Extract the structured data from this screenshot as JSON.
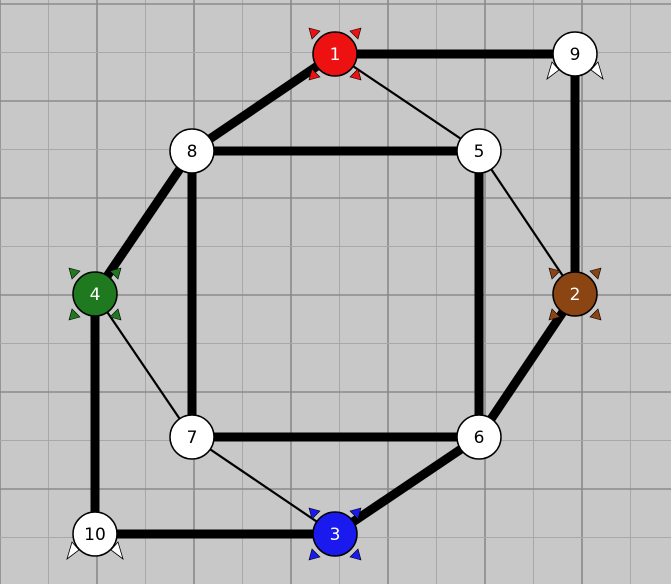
{
  "colors": {
    "background": "#c8c8c8",
    "grid_minor": "#a8a8a8",
    "grid_major": "#8a8a8a",
    "edge": "#000000",
    "node_default": "#ffffff"
  },
  "nodes": [
    {
      "id": "1",
      "label": "1",
      "fill": "#ee1111",
      "text_color": "#ffffff",
      "marker": "spiked-icon",
      "marker_color": "#ee1111"
    },
    {
      "id": "2",
      "label": "2",
      "fill": "#8b4513",
      "text_color": "#ffffff",
      "marker": "spiked-icon",
      "marker_color": "#8b4513"
    },
    {
      "id": "3",
      "label": "3",
      "fill": "#1a1aee",
      "text_color": "#ffffff",
      "marker": "spiked-icon",
      "marker_color": "#1a1aee"
    },
    {
      "id": "4",
      "label": "4",
      "fill": "#1f7a1f",
      "text_color": "#ffffff",
      "marker": "spiked-icon",
      "marker_color": "#1f7a1f"
    },
    {
      "id": "5",
      "label": "5",
      "fill": "#ffffff",
      "text_color": "#000000",
      "marker": "none"
    },
    {
      "id": "6",
      "label": "6",
      "fill": "#ffffff",
      "text_color": "#000000",
      "marker": "none"
    },
    {
      "id": "7",
      "label": "7",
      "fill": "#ffffff",
      "text_color": "#000000",
      "marker": "none"
    },
    {
      "id": "8",
      "label": "8",
      "fill": "#ffffff",
      "text_color": "#000000",
      "marker": "none"
    },
    {
      "id": "9",
      "label": "9",
      "fill": "#ffffff",
      "text_color": "#000000",
      "marker": "footed-icon",
      "marker_color": "#ffffff"
    },
    {
      "id": "10",
      "label": "10",
      "fill": "#ffffff",
      "text_color": "#000000",
      "marker": "footed-icon",
      "marker_color": "#ffffff"
    }
  ],
  "edges": [
    {
      "from": "1",
      "to": "9",
      "weight": "thick"
    },
    {
      "from": "9",
      "to": "2",
      "weight": "thick"
    },
    {
      "from": "1",
      "to": "8",
      "weight": "thick"
    },
    {
      "from": "1",
      "to": "5",
      "weight": "thin"
    },
    {
      "from": "8",
      "to": "5",
      "weight": "thick"
    },
    {
      "from": "8",
      "to": "4",
      "weight": "thick"
    },
    {
      "from": "8",
      "to": "7",
      "weight": "thick"
    },
    {
      "from": "5",
      "to": "2",
      "weight": "thin"
    },
    {
      "from": "5",
      "to": "6",
      "weight": "thick"
    },
    {
      "from": "2",
      "to": "6",
      "weight": "thick"
    },
    {
      "from": "4",
      "to": "7",
      "weight": "thin"
    },
    {
      "from": "4",
      "to": "10",
      "weight": "thick"
    },
    {
      "from": "7",
      "to": "6",
      "weight": "thick"
    },
    {
      "from": "7",
      "to": "3",
      "weight": "thin"
    },
    {
      "from": "6",
      "to": "3",
      "weight": "thick"
    },
    {
      "from": "10",
      "to": "3",
      "weight": "thick"
    }
  ]
}
